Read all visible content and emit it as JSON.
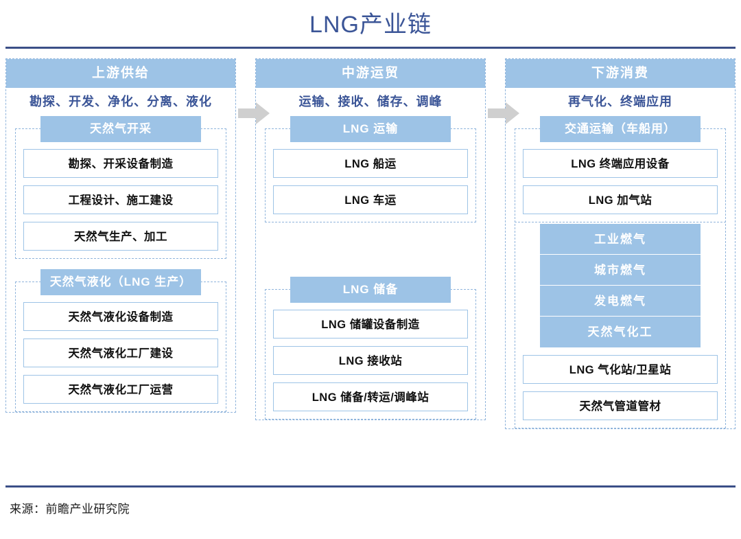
{
  "title": "LNG产业链",
  "source": "来源：前瞻产业研究院",
  "arrow_color": "#cfcfcf",
  "accent_blue": "#9dc3e6",
  "title_blue": "#3b5597",
  "columns": [
    {
      "header": "上游供给",
      "subtitle": "勘探、开发、净化、分离、液化",
      "groups": [
        {
          "title": "天然气开采",
          "items": [
            "勘探、开采设备制造",
            "工程设计、施工建设",
            "天然气生产、加工"
          ]
        },
        {
          "title": "天然气液化（LNG 生产）",
          "items": [
            "天然气液化设备制造",
            "天然气液化工厂建设",
            "天然气液化工厂运营"
          ]
        }
      ]
    },
    {
      "header": "中游运贸",
      "subtitle": "运输、接收、储存、调峰",
      "groups": [
        {
          "title": "LNG 运输",
          "items": [
            "LNG 船运",
            "LNG 车运"
          ]
        },
        {
          "title": "LNG 储备",
          "items": [
            "LNG 储罐设备制造",
            "LNG 接收站",
            "LNG 储备/转运/调峰站"
          ]
        }
      ]
    },
    {
      "header": "下游消费",
      "subtitle": "再气化、终端应用",
      "groups": [
        {
          "title": "交通运输（车船用）",
          "items": [
            "LNG 终端应用设备",
            "LNG 加气站"
          ]
        },
        {
          "title": "",
          "stack": [
            "工业燃气",
            "城市燃气",
            "发电燃气",
            "天然气化工"
          ],
          "items": [
            "LNG 气化站/卫星站",
            "天然气管道管材"
          ]
        }
      ]
    }
  ]
}
